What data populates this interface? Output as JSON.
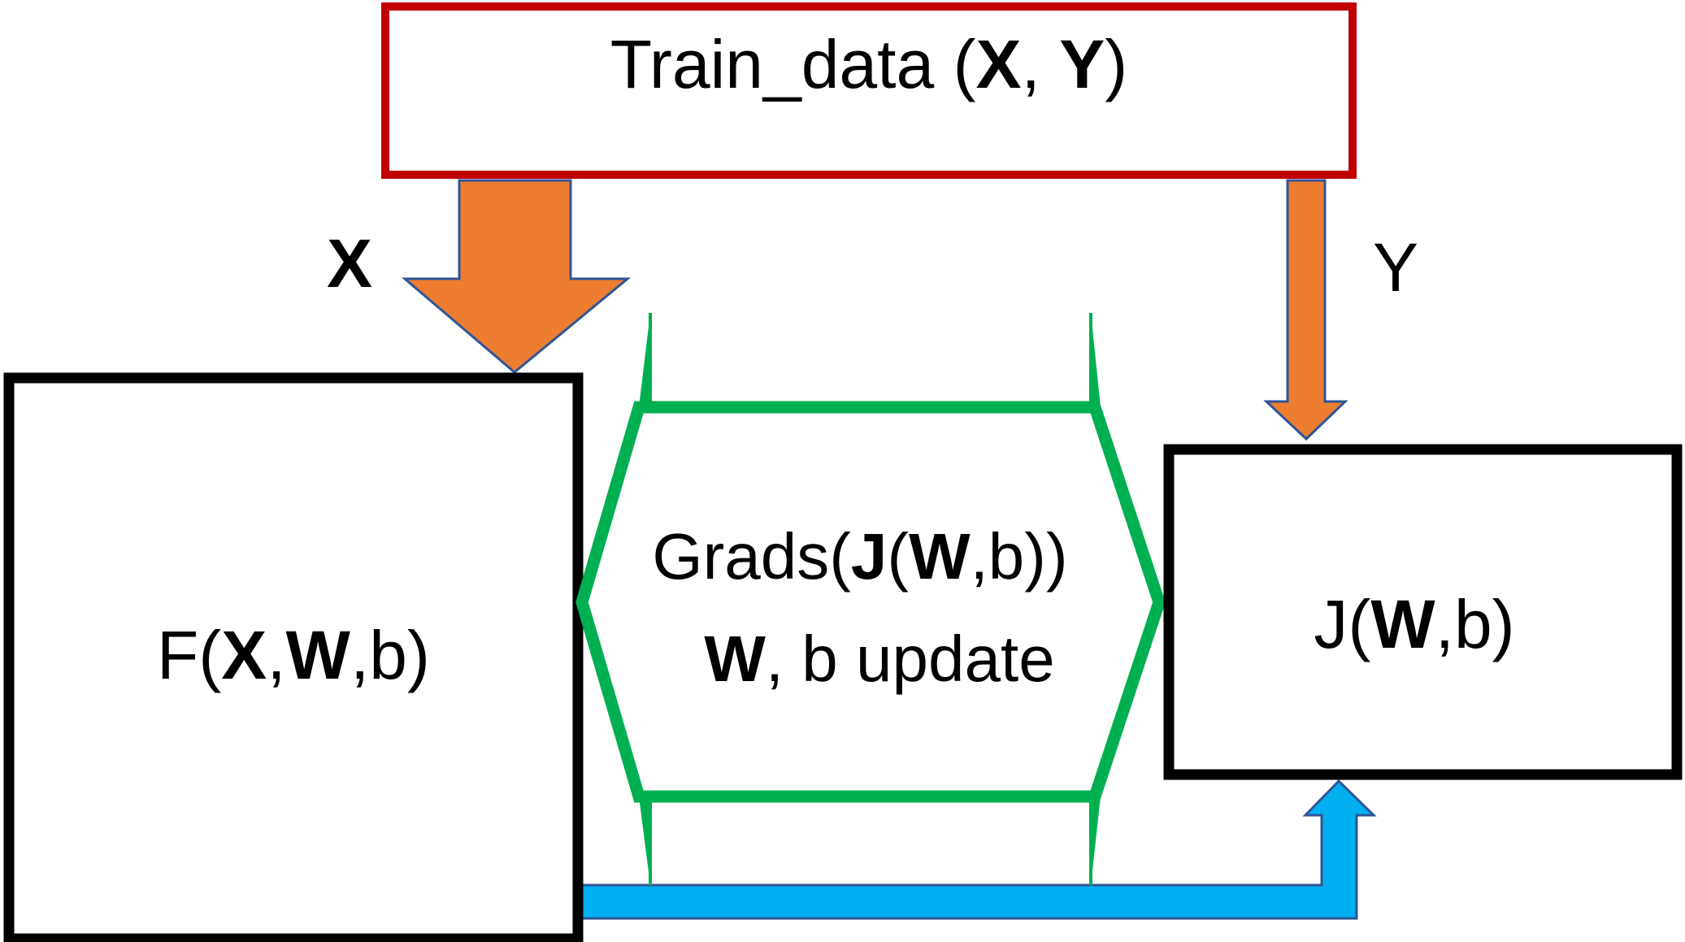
{
  "train_box": {
    "prefix": "Train_data (",
    "x": "X",
    "sep": ", ",
    "y": "Y",
    "suffix": ")"
  },
  "x_arrow_label": "X",
  "y_arrow_label": "Y",
  "model_box": {
    "prefix": "F(",
    "x": "X",
    "comma1": ",",
    "w": "W",
    "rest": ",b)"
  },
  "grads_box": {
    "line1_prefix": "Grads(",
    "j": "J",
    "paren": "(",
    "w": "W",
    "line1_rest": ",b))",
    "line2_w": "W",
    "line2_rest": ", b update"
  },
  "cost_box": {
    "prefix": "J(",
    "w": "W",
    "rest": ",b)"
  },
  "colors": {
    "train_border": "#c00000",
    "arrow_fill": "#ed7d31",
    "arrow_stroke": "#2f5597",
    "hex_stroke": "#00b050",
    "feedback_fill": "#00b0f0",
    "box_border": "#000000"
  }
}
